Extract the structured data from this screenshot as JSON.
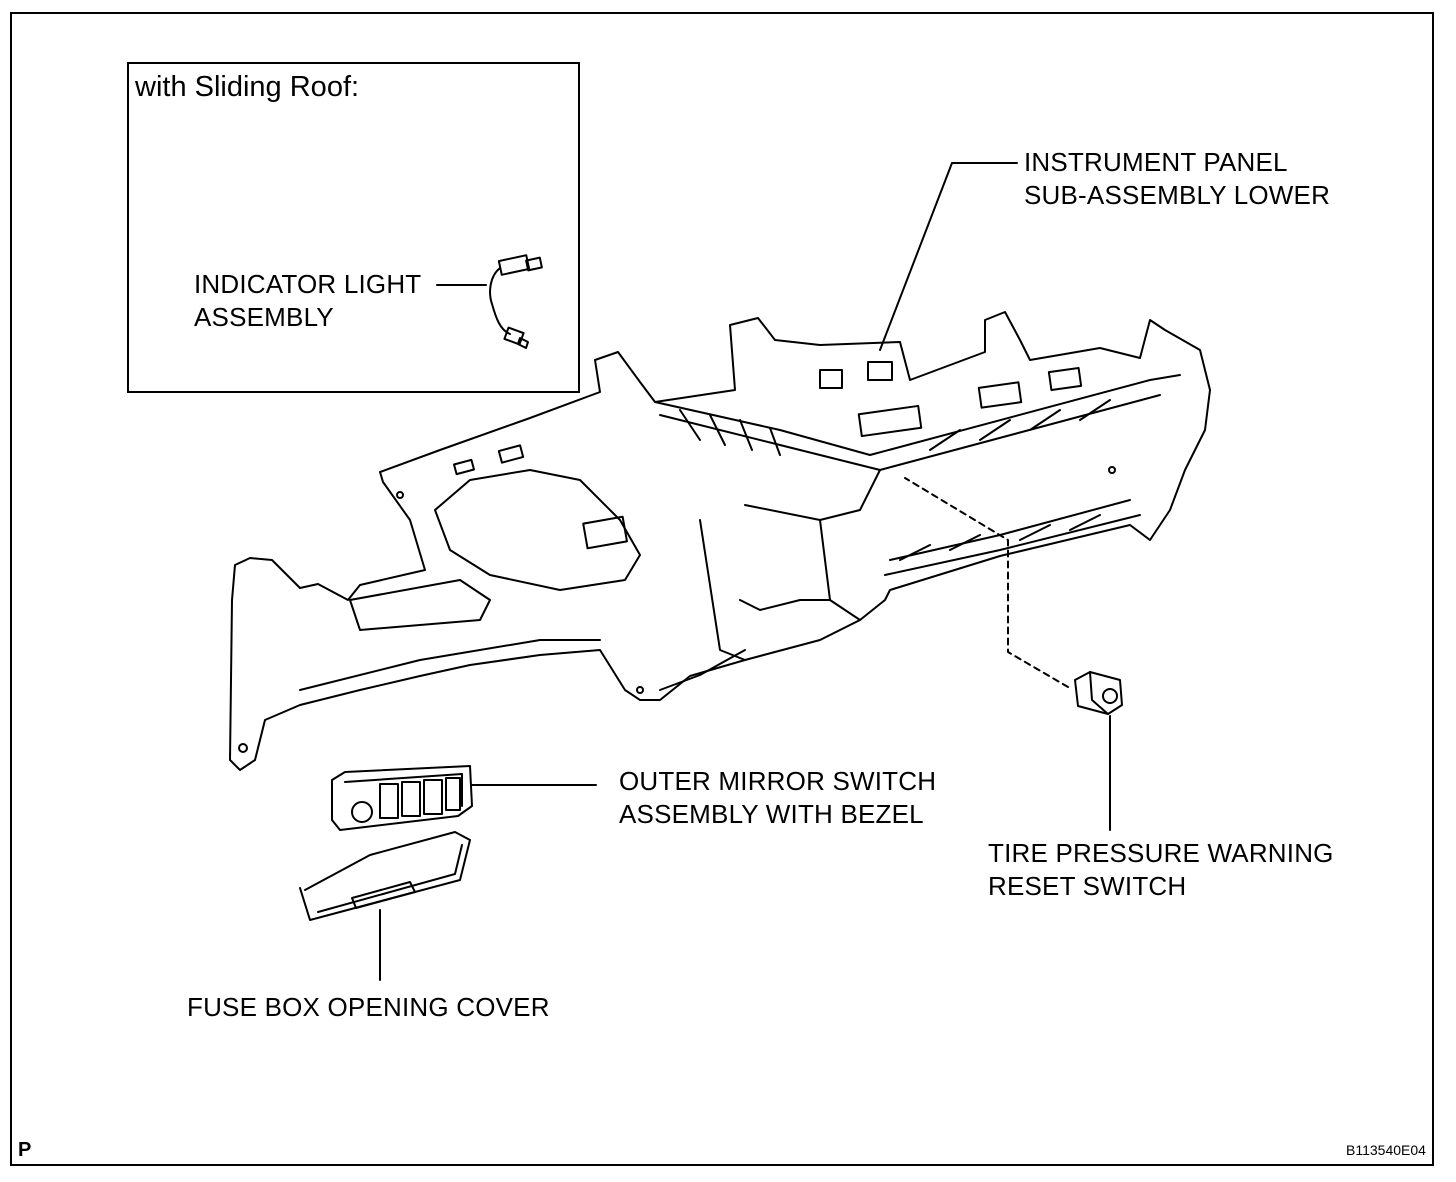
{
  "inset": {
    "title": "with Sliding Roof:",
    "indicator_label": [
      "INDICATOR LIGHT",
      "ASSEMBLY"
    ]
  },
  "labels": {
    "instrument_panel": [
      "INSTRUMENT PANEL",
      "SUB-ASSEMBLY LOWER"
    ],
    "outer_mirror": [
      "OUTER MIRROR SWITCH",
      "ASSEMBLY WITH BEZEL"
    ],
    "tire_pressure": [
      "TIRE PRESSURE WARNING",
      "RESET SWITCH"
    ],
    "fuse_box": "FUSE BOX OPENING COVER"
  },
  "footer": {
    "page_code": "P",
    "figure_id": "B113540E04"
  }
}
